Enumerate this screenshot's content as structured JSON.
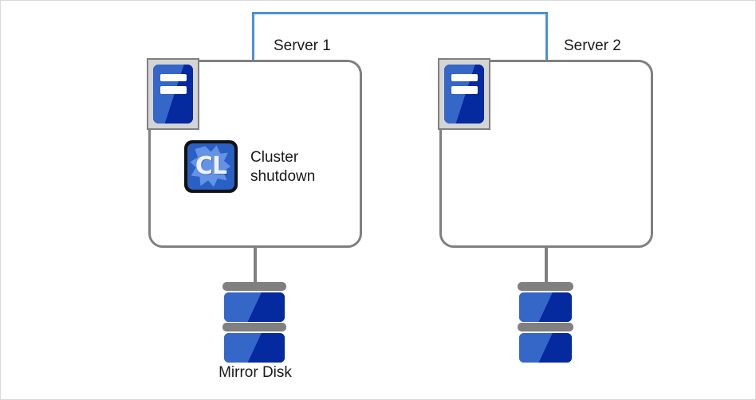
{
  "diagram": {
    "background_color": "#ffffff",
    "border_color": "#d9d9d9",
    "link_color": "#4a90d9",
    "box_outline_color": "#808080",
    "icon_blue": "#3567c8",
    "icon_dark_blue": "#05299e",
    "gray": "#808080"
  },
  "servers": [
    {
      "id": "server-1",
      "label": "Server 1",
      "server_icon_name": "server-tower-icon",
      "app": {
        "icon_name": "cl-cluster-icon",
        "icon_text": "CL",
        "caption_line_1": "Cluster",
        "caption_line_2": "shutdown"
      },
      "disk": {
        "icon_name": "mirror-disk-icon",
        "label": "Mirror Disk"
      }
    },
    {
      "id": "server-2",
      "label": "Server 2",
      "server_icon_name": "server-tower-icon",
      "app": null,
      "disk": {
        "icon_name": "mirror-disk-icon",
        "label": ""
      }
    }
  ],
  "interconnect": {
    "name": "cluster-interconnect-link",
    "color": "#4a90d9"
  }
}
